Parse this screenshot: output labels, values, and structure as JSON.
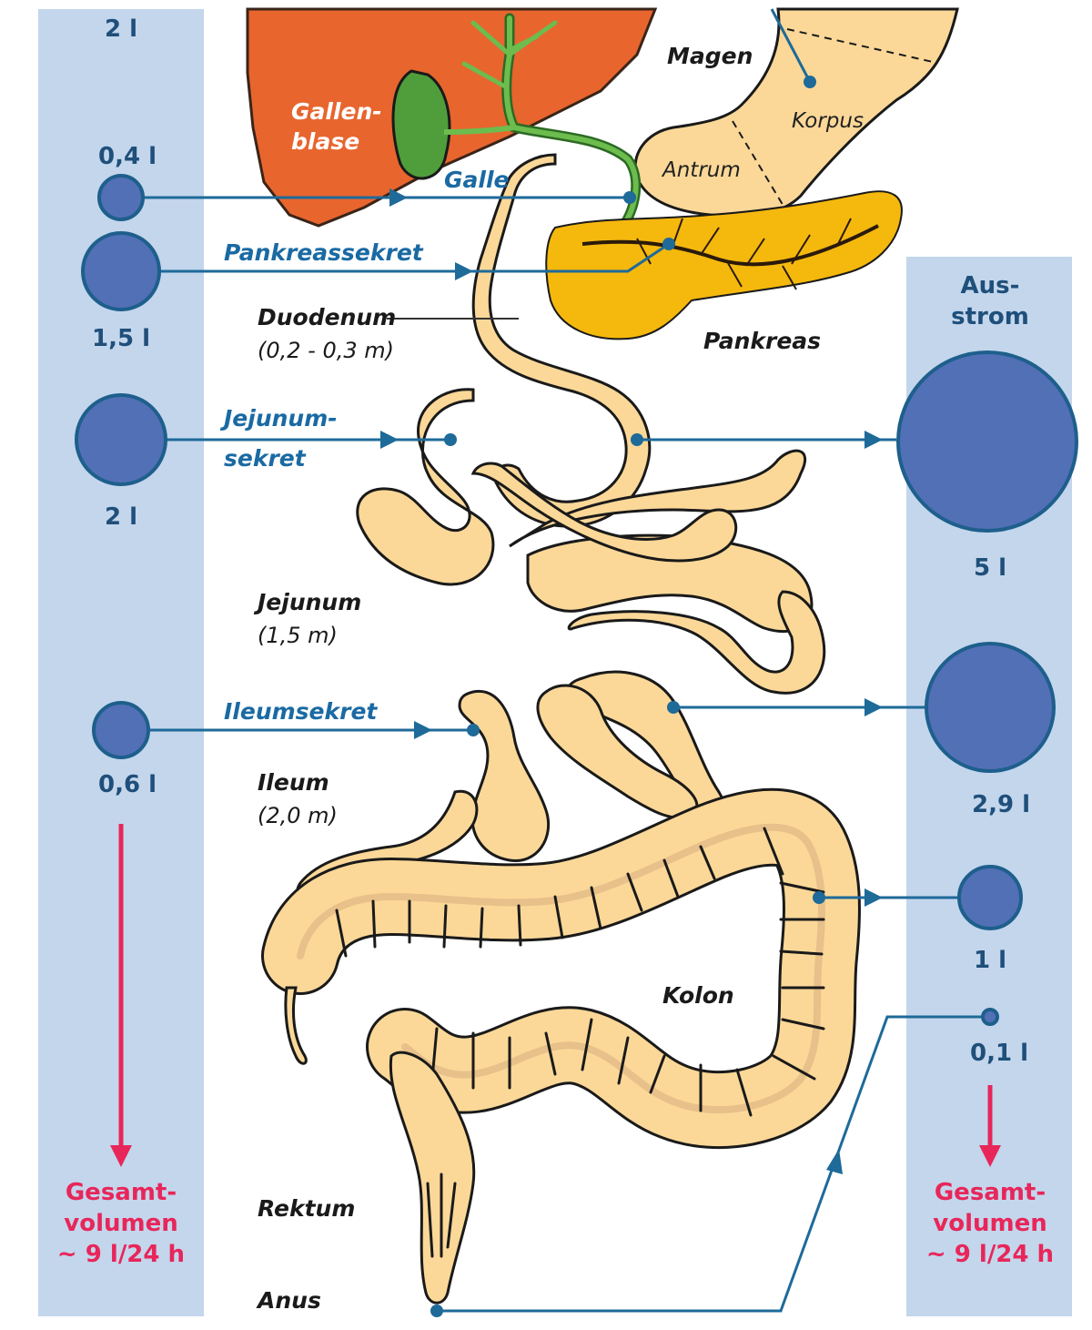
{
  "colors": {
    "panel": "#c3d6ec",
    "bubble_fill": "#5270b6",
    "bubble_stroke": "#1e5f8c",
    "flow_line": "#1e6a99",
    "total_arrow": "#e8265a",
    "liver": "#e8652e",
    "gallbladder": "#4f9e3b",
    "pancreas": "#f5b80d",
    "intestine": "#fbd898"
  },
  "left_panel": {
    "top_volume": "2 l",
    "bile_volume": "0,4 l",
    "pancreas_volume": "1,5 l",
    "jejunum_volume": "2 l",
    "ileum_volume": "0,6 l",
    "total": [
      "Gesamt-",
      "volumen",
      "~ 9 l/24 h"
    ]
  },
  "right_panel": {
    "heading": [
      "Aus-",
      "strom"
    ],
    "jejunum_out": "5 l",
    "ileum_out": "2,9 l",
    "colon_out": "1 l",
    "anus_out": "0,1 l",
    "total": [
      "Gesamt-",
      "volumen",
      "~ 9 l/24 h"
    ]
  },
  "secretions": {
    "bile": "Galle",
    "pancreas": "Pankreassekret",
    "jejunum": [
      "Jejunum-",
      "sekret"
    ],
    "ileum": "Ileumsekret"
  },
  "organs": {
    "gallbladder": [
      "Gallen-",
      "blase"
    ],
    "stomach": "Magen",
    "corpus": "Korpus",
    "antrum": "Antrum",
    "pancreas": "Pankreas",
    "duodenum": "Duodenum",
    "duodenum_length": "(0,2 - 0,3 m)",
    "jejunum": "Jejunum",
    "jejunum_length": "(1,5 m)",
    "ileum": "Ileum",
    "ileum_length": "(2,0 m)",
    "colon": "Kolon",
    "rectum": "Rektum",
    "anus": "Anus"
  }
}
